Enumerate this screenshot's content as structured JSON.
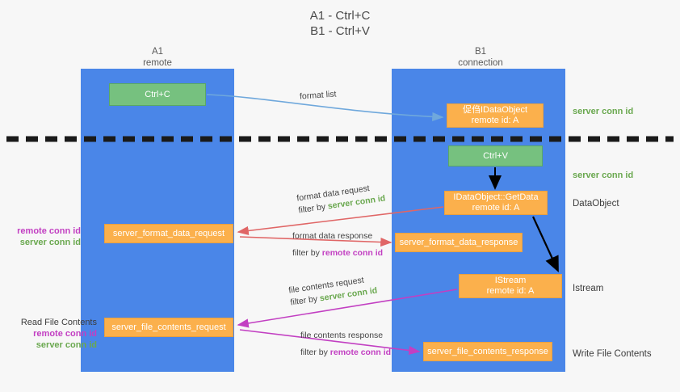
{
  "title": {
    "line1": "A1 - Ctrl+C",
    "line2": "B1 - Ctrl+V"
  },
  "lanes": {
    "a1": {
      "name": "A1",
      "role": "remote"
    },
    "b1": {
      "name": "B1",
      "role": "connection"
    }
  },
  "boxes": {
    "ctrl_c": {
      "line1": "Ctrl+C",
      "line2": ""
    },
    "idataobject": {
      "line1": "促㑇IDataObject",
      "line2": "remote id: A"
    },
    "ctrl_v": {
      "line1": "Ctrl+V",
      "line2": ""
    },
    "getdata": {
      "line1": "IDataObject::GetData",
      "line2": "remote id: A"
    },
    "sfd_request": {
      "line1": "server_format_data_request",
      "line2": ""
    },
    "sfd_response": {
      "line1": "server_format_data_response",
      "line2": ""
    },
    "istream": {
      "line1": "IStream",
      "line2": "remote id: A"
    },
    "sfc_request": {
      "line1": "server_file_contents_request",
      "line2": ""
    },
    "sfc_response": {
      "line1": "server_file_contents_response",
      "line2": ""
    }
  },
  "edge_labels": {
    "format_list": {
      "line1": "format list",
      "line2": "",
      "filter": ""
    },
    "format_data_request": {
      "line1": "format data request",
      "line2": "filter by",
      "filter": "server conn id"
    },
    "format_data_response": {
      "line1": "format data response",
      "line2": "filter by",
      "filter": "remote conn id"
    },
    "file_contents_request": {
      "line1": "file contents request",
      "line2": "filter by",
      "filter": "server conn id"
    },
    "file_contents_response": {
      "line1": "file contents response",
      "line2": "filter by",
      "filter": "remote conn id"
    }
  },
  "annotations": {
    "server_conn_id_top": "server conn id",
    "server_conn_id_mid": "server conn id",
    "dataobject": "DataObject",
    "istream": "Istream",
    "write_file_contents": "Write File Contents",
    "read_file_contents": "Read File Contents",
    "remote_conn_id": "remote conn id",
    "server_conn_id": "server conn id"
  },
  "colors": {
    "lane": "#4a86e8",
    "green_box": "#76c17f",
    "orange_box": "#fbb04c",
    "green_text": "#6aa84f",
    "magenta_text": "#c23fc2",
    "red_arrow": "#e06666",
    "blue_arrow": "#6fa8dc",
    "magenta_arrow": "#c23fc2",
    "black_arrow": "#000000",
    "background": "#f7f7f7"
  }
}
